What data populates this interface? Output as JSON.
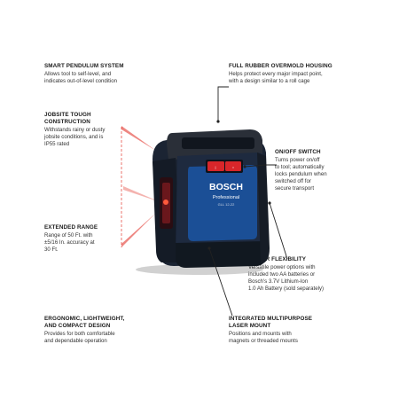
{
  "brand": {
    "name": "BOSCH",
    "sub": "Professional",
    "model": "GLL 12-22"
  },
  "colors": {
    "housing": "#1e2a3f",
    "housing_dark": "#111820",
    "overmold": "#2a2f38",
    "panel_blue": "#1b4f96",
    "button_red": "#d8262a",
    "laser_red": "#e0251b"
  },
  "callouts": {
    "pendulum": {
      "title": "SMART PENDULUM SYSTEM",
      "body": [
        "Allows tool to self-level, and",
        "indicates out-of-level condition"
      ]
    },
    "jobsite": {
      "title": [
        "JOBSITE TOUGH",
        "CONSTRUCTION"
      ],
      "body": [
        "Withstands rainy or dusty",
        "jobsite conditions, and is",
        "IP55 rated"
      ]
    },
    "range": {
      "title": "EXTENDED RANGE",
      "body": [
        "Range of 50 Ft. with",
        "±5/16 In. accuracy at",
        "30 Ft."
      ]
    },
    "ergonomic": {
      "title": [
        "ERGONOMIC, LIGHTWEIGHT,",
        "AND COMPACT DESIGN"
      ],
      "body": [
        "Provides for both comfortable",
        "and dependable operation"
      ]
    },
    "overmold": {
      "title": "FULL RUBBER OVERMOLD HOUSING",
      "body": [
        "Helps protect every major impact point,",
        "with a design similar to a roll cage"
      ]
    },
    "onoff": {
      "title": "ON/OFF SWITCH",
      "body": [
        "Turns power on/off",
        "to tool; automatically",
        "locks pendulum when",
        "switched off for",
        "secure transport"
      ]
    },
    "power": {
      "title": "POWER FLEXIBILITY",
      "body": [
        "Versatile power options with",
        "included two AA batteries or",
        "Bosch's 3.7V Lithium-Ion",
        "1.0 Ah Battery (sold separately)"
      ]
    },
    "mount": {
      "title": [
        "INTEGRATED MULTIPURPOSE",
        "LASER MOUNT"
      ],
      "body": [
        "Positions and mounts with",
        "magnets or threaded mounts"
      ]
    }
  }
}
